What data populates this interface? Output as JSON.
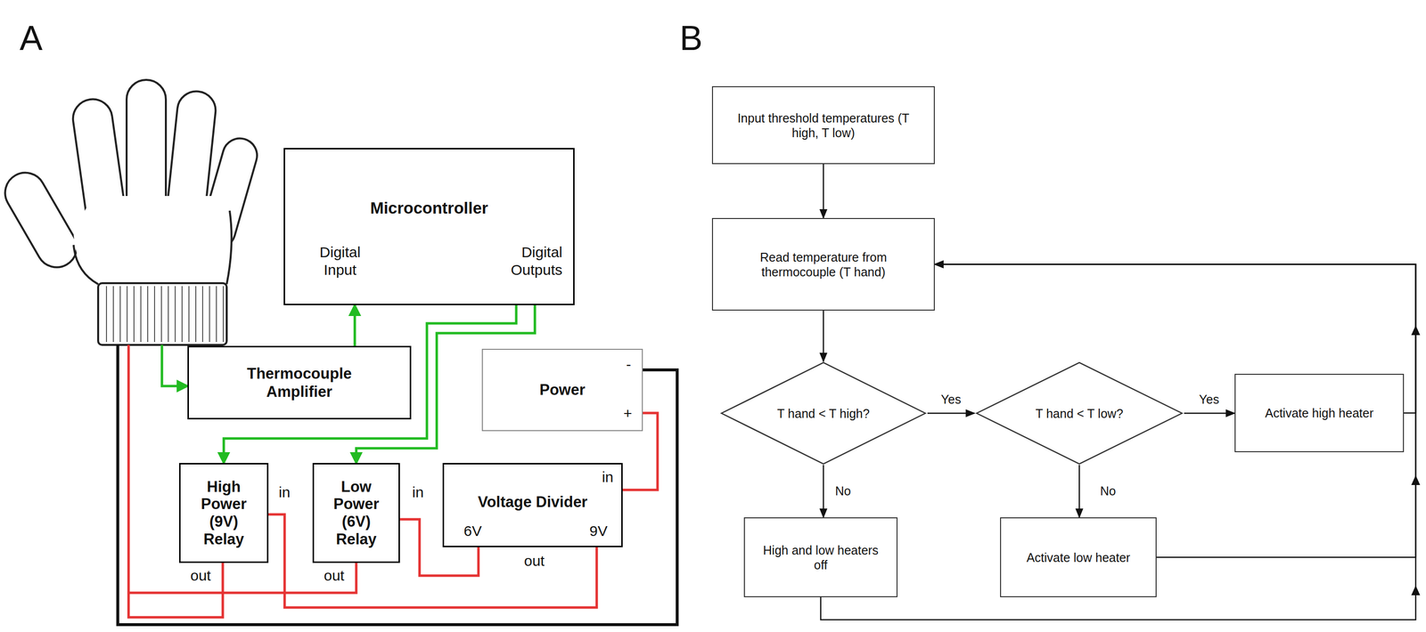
{
  "diagram": {
    "nodes": [
      {
        "text": [
          "Microcontroller",
          "Digital Input",
          "Digital Outputs"
        ]
      },
      {
        "text": [
          "Thermocouple Amplifier"
        ]
      },
      {
        "text": [
          "Power",
          "-",
          "+"
        ]
      },
      {
        "text": [
          "High Power (9V) Relay"
        ]
      },
      {
        "text": [
          "Low Power (6V) Relay"
        ]
      },
      {
        "text": [
          "Voltage Divider",
          "in",
          "6V",
          "9V"
        ]
      },
      {
        "text": [
          "Input threshold temperatures (T high, T low)"
        ]
      },
      {
        "text": [
          "Read temperature from thermocouple (T hand)"
        ]
      },
      {
        "text": [
          "T hand < T high?"
        ]
      },
      {
        "text": [
          "T hand < T low?"
        ]
      },
      {
        "text": [
          "Activate high heater"
        ]
      },
      {
        "text": [
          "High and low heaters off"
        ]
      },
      {
        "text": [
          "Activate low heater"
        ]
      }
    ],
    "edges": [
      {
        "from": 1,
        "to": 0,
        "arrow": "to"
      },
      {
        "from": 0,
        "to": 3,
        "arrow": "to"
      },
      {
        "from": 0,
        "to": 4,
        "arrow": "to"
      },
      {
        "from": 2,
        "to": 5,
        "arrow": "none"
      },
      {
        "from": 5,
        "to": 4,
        "arrow": "none"
      },
      {
        "from": 5,
        "to": 3,
        "arrow": "none"
      },
      {
        "from": 6,
        "to": 7,
        "arrow": "to"
      },
      {
        "from": 7,
        "to": 8,
        "arrow": "to"
      },
      {
        "from": 8,
        "to": 9,
        "label": "Yes",
        "arrow": "to"
      },
      {
        "from": 9,
        "to": 10,
        "label": "Yes",
        "arrow": "to"
      },
      {
        "from": 8,
        "to": 11,
        "label": "No",
        "arrow": "to"
      },
      {
        "from": 9,
        "to": 12,
        "label": "No",
        "arrow": "to"
      },
      {
        "from": 10,
        "to": 7,
        "arrow": "to"
      },
      {
        "from": 12,
        "to": 7,
        "arrow": "to"
      },
      {
        "from": 11,
        "to": 7,
        "arrow": "to"
      }
    ],
    "labels": [
      "A",
      "B",
      "in",
      "in",
      "out",
      "out",
      "out"
    ]
  }
}
